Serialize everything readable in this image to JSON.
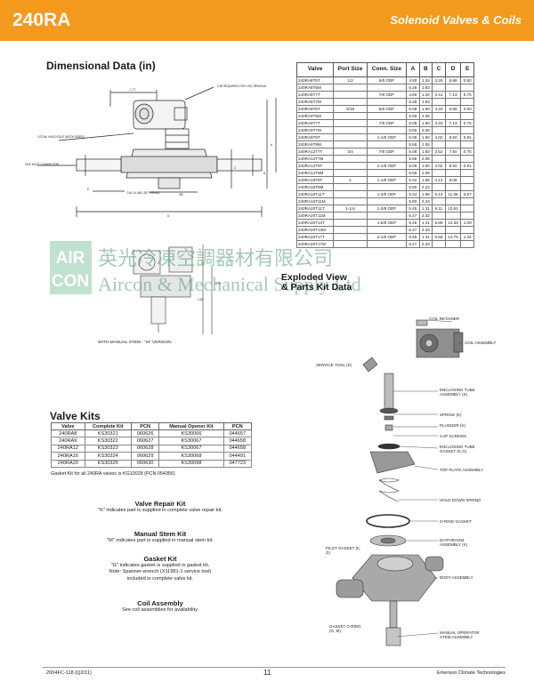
{
  "header": {
    "model": "240RA",
    "subtitle": "Solenoid Valves & Coils"
  },
  "dimensional": {
    "title": "Dimensional Data (in)",
    "drawing_labels": {
      "dim_177": "1.77",
      "coil_removal": "2.95 REQUIRED FOR COIL REMOVAL",
      "knockout": "1/2 DIA. KNOCKOUT (BOTH SIDES)",
      "odf_inlet": "ODF INLET CONNECTOR",
      "unc_thread": "7/16-14 UNC-2B THREAD",
      "dim_e": "E",
      "dim_a": "A",
      "dim_b": "B",
      "dim_c": "C",
      "dim_d": "D",
      "dim_38": "3/8",
      "dim_578": "5.78",
      "dim_228": "2.28",
      "manual_stem_caption": "WITH MANUAL STEM - \"M\" VERSION"
    },
    "table": {
      "headers": [
        "Valve",
        "Port Size",
        "Conn. Size",
        "A",
        "B",
        "C",
        "D",
        "E"
      ],
      "rows": [
        [
          "240RA8T5T",
          "1/2",
          "5/8 ODF",
          "4.80",
          "1.34",
          "3.26",
          "6.88",
          "0.50"
        ],
        [
          "240RA8T5M",
          "",
          "",
          "5.28",
          "1.83",
          "",
          "",
          ""
        ],
        [
          "240RA8T7T",
          "",
          "7/8 ODF",
          "4.80",
          "1.34",
          "3.41",
          "7.13",
          "0.75"
        ],
        [
          "240RA8T7M",
          "",
          "",
          "5.28",
          "1.83",
          "",
          "",
          ""
        ],
        [
          "240RA9T5T",
          "9/16",
          "5/8 ODF",
          "5.08",
          "1.50",
          "3.20",
          "6.88",
          "0.50"
        ],
        [
          "240RA9T5M",
          "",
          "",
          "5.56",
          "2.08",
          "",
          "",
          ""
        ],
        [
          "240RA9T7T",
          "",
          "7/8 ODF",
          "5.08",
          "1.50",
          "3.33",
          "7.13",
          "0.75"
        ],
        [
          "240RA9T7M",
          "",
          "",
          "5.56",
          "2.08",
          "",
          "",
          ""
        ],
        [
          "240RA9T9T",
          "",
          "1-1/8 ODF",
          "5.08",
          "1.50",
          "4.02",
          "8.50",
          "0.91"
        ],
        [
          "240RA9T9M",
          "",
          "",
          "5.56",
          "2.08",
          "",
          "",
          ""
        ],
        [
          "240RA12T7T",
          "3/4",
          "7/8 ODF",
          "5.08",
          "1.50",
          "3.52",
          "7.50",
          "0.75"
        ],
        [
          "240RA12T7M",
          "",
          "",
          "5.56",
          "2.08",
          "",
          "",
          ""
        ],
        [
          "240RA12T9T",
          "",
          "1-1/8 ODF",
          "5.08",
          "1.50",
          "4.02",
          "8.50",
          "0.91"
        ],
        [
          "240RA12T9M",
          "",
          "",
          "5.56",
          "2.08",
          "",
          "",
          ""
        ],
        [
          "240RA16T9T",
          "1",
          "1-1/8 ODF",
          "5.34",
          "1.66",
          "4.13",
          "9.06",
          ""
        ],
        [
          "240RA16T9M",
          "",
          "",
          "5.80",
          "2.23",
          "",
          "",
          ""
        ],
        [
          "240RA16T11T",
          "",
          "1-3/8 ODF",
          "5.34",
          "1.66",
          "5.13",
          "11.06",
          "0.97"
        ],
        [
          "240RA16T11M",
          "",
          "",
          "5.80",
          "2.23",
          "",
          "",
          ""
        ],
        [
          "240RA20T11T",
          "1-1/4",
          "1-3/8 ODF",
          "5.45",
          "1.31",
          "5.11",
          "10.81",
          ""
        ],
        [
          "240RA20T11M",
          "",
          "",
          "6.47",
          "2.33",
          "",
          "",
          ""
        ],
        [
          "240RA20T13T",
          "",
          "1-5/8 ODF",
          "5.45",
          "1.31",
          "5.89",
          "12.38",
          "1.09"
        ],
        [
          "240RA20T13M",
          "",
          "",
          "6.47",
          "2.33",
          "",
          "",
          ""
        ],
        [
          "240RA20T17T",
          "",
          "2-1/8 ODF",
          "5.45",
          "1.31",
          "6.56",
          "13.75",
          "1.34"
        ],
        [
          "240RA20T17M",
          "",
          "",
          "6.47",
          "2.33",
          "",
          "",
          ""
        ]
      ]
    }
  },
  "watermark": {
    "logo_top": "AIR",
    "logo_bottom": "CON",
    "chinese": "英光冷凍空調器材有限公司",
    "english": "Aircon & Mechanical Supply Ltd"
  },
  "exploded": {
    "title_line1": "Exploded View",
    "title_line2": "& Parts Kit Data",
    "callouts": {
      "coil_retainer": "COIL RETAINER",
      "coil_assembly": "COIL ASSEMBLY",
      "service_tool": "SERVICE TOOL (K)",
      "enclosing_tube": "ENCLOSING TUBE ASSEMBLY (K)",
      "spring": "SPRING (K)",
      "plunger": "PLUNGER (K)",
      "cap_screws": "CAP SCREWS",
      "enclosing_gasket": "ENCLOSING TUBE GASKET (K,G)",
      "top_plate": "TOP PLATE ASSEMBLY",
      "hold_down": "HOLD DOWN SPRING",
      "oring_gasket": "O-RING GASKET",
      "diaphragm": "DIAPHRAGM ASSEMBLY (K)",
      "pilot_gasket": "PILOT GASKET (K, G)",
      "body_assembly": "BODY ASSEMBLY",
      "gasket_oring": "GASKET O-RING (G, M)",
      "manual_operator": "MANUAL OPERATOR STEM ASSEMBLY"
    }
  },
  "valve_kits": {
    "title": "Valve Kits",
    "headers": [
      "Valve",
      "Complete Kit",
      "PCN",
      "Manual Opener Kit",
      "PCN"
    ],
    "rows": [
      [
        "240RA8",
        "KS30321",
        "060626",
        "KS30066",
        "044657"
      ],
      [
        "240RA9",
        "KS30322",
        "060627",
        "KS30067",
        "044658"
      ],
      [
        "240RA12",
        "KS30323",
        "060628",
        "KS30067",
        "044658"
      ],
      [
        "240RA16",
        "KS30324",
        "060629",
        "KS30068",
        "044491"
      ],
      [
        "240RA20",
        "KS30325",
        "060630",
        "KS30098",
        "047723"
      ]
    ],
    "note": "Gasket Kit for all 240RA valves is KG10028 (PCN 054356)"
  },
  "kit_legend": [
    {
      "title": "Valve Repair Kit",
      "lines": [
        "\"K\" indicates part is supplied in complete valve repair kit."
      ]
    },
    {
      "title": "Manual Stem Kit",
      "lines": [
        "\"M\" indicates part is supplied in manual stem kit."
      ]
    },
    {
      "title": "Gasket Kit",
      "lines": [
        "\"G\" indicates gasket is supplied in gasket kit.",
        "Note: Spanner wrench (X11981-1 service tool)",
        "included in complete valve kit."
      ]
    },
    {
      "title": "Coil Assembly",
      "lines": [
        "See coil assemblies for availability."
      ]
    }
  ],
  "footer": {
    "doc_id": "2004FC-118 (Q2/11)",
    "page": "11",
    "company": "Emerson Climate Technologies"
  }
}
